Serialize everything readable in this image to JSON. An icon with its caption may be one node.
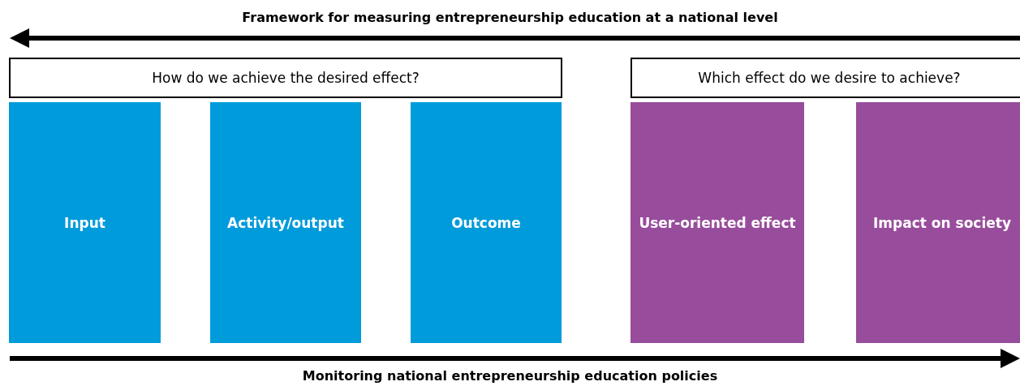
{
  "diagram": {
    "nodes": [
      {
        "text": [
          "How do we achieve the desired effect?"
        ]
      },
      {
        "text": [
          "Which effect do we desire to achieve?"
        ]
      },
      {
        "text": [
          "Input"
        ]
      },
      {
        "text": [
          "Activity/output"
        ]
      },
      {
        "text": [
          "Outcome"
        ]
      },
      {
        "text": [
          "User-oriented effect"
        ]
      },
      {
        "text": [
          "Impact on society"
        ]
      }
    ],
    "labels": [
      "Framework for measuring entrepreneurship education at a national level",
      "Monitoring national entrepreneurship education policies"
    ]
  }
}
